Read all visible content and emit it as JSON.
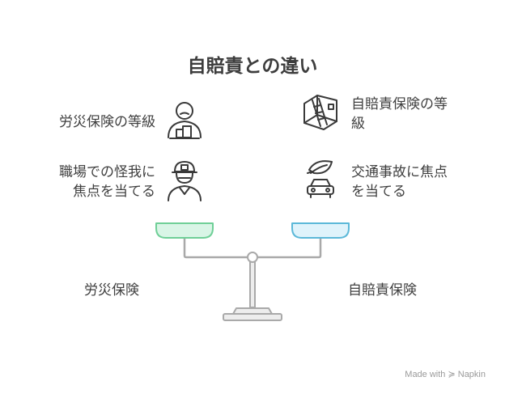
{
  "title": "自賠責との違い",
  "left": {
    "item1": "労災保険の等級",
    "item2_line1": "職場での怪我に",
    "item2_line2": "焦点を当てる",
    "label": "労災保険",
    "pan_color": "#d9f5e6",
    "pan_border": "#6fcf97"
  },
  "right": {
    "item1_line1": "自賠責保険の等",
    "item1_line2": "級",
    "item2_line1": "交通事故に焦点",
    "item2_line2": "を当てる",
    "label": "自賠責保険",
    "pan_color": "#dff3fb",
    "pan_border": "#5bb8d8"
  },
  "watermark": "Made with ≽ Napkin",
  "icons": [
    "person-at-desk-icon",
    "construction-worker-icon",
    "building-ladder-icon",
    "leaf-car-icon"
  ]
}
